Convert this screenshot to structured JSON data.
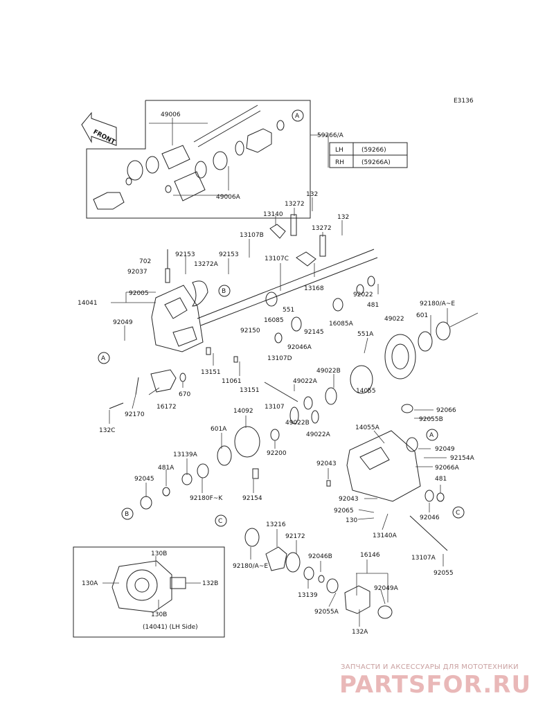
{
  "diagram_code": "E3136",
  "front_label": "FRONT",
  "watermark": {
    "top": "ЗАПЧАСТИ И АКСЕССУАРЫ ДЛЯ МОТОТЕХНИКИ",
    "logo": "PARTSFOR.RU"
  },
  "inset_caption": "(14041) (LH Side)",
  "table": [
    {
      "side": "LH",
      "code": "(59266)"
    },
    {
      "side": "RH",
      "code": "(59266A)"
    }
  ],
  "callouts": [
    "A",
    "B",
    "C"
  ],
  "labels": {
    "l1": "49006",
    "l2": "59266/A",
    "l3": "49006A",
    "l4": "132",
    "l5": "13272",
    "l6": "13140",
    "l7": "132",
    "l8": "13272",
    "l9": "13107B",
    "l10": "702",
    "l11": "92153",
    "l12": "92153",
    "l13": "92037",
    "l14": "13272A",
    "l15": "13107C",
    "l16": "13168",
    "l17": "14041",
    "l18": "92005",
    "l19": "551",
    "l20": "92022",
    "l21": "481",
    "l22": "92180/A~E",
    "l23": "16085",
    "l24": "16085A",
    "l25": "49022",
    "l26": "601",
    "l27": "92049",
    "l28": "92150",
    "l29": "92145",
    "l30": "92046A",
    "l31": "551A",
    "l32": "13107D",
    "l33": "13151",
    "l34": "11061",
    "l35": "13151",
    "l36": "49022A",
    "l37": "49022B",
    "l38": "670",
    "l39": "16172",
    "l40": "13107",
    "l41": "14055",
    "l42": "92066",
    "l43": "92055B",
    "l44": "92170",
    "l45": "14092",
    "l46": "132C",
    "l47": "14055A",
    "l48": "601A",
    "l49": "49022B",
    "l50": "49022A",
    "l51": "92200",
    "l52": "92049",
    "l53": "92154A",
    "l54": "13139A",
    "l55": "92043",
    "l56": "92066A",
    "l57": "481A",
    "l58": "481",
    "l59": "92045",
    "l60": "92180F~K",
    "l61": "92154",
    "l62": "92043",
    "l63": "92065",
    "l64": "92046",
    "l65": "130",
    "l66": "13140A",
    "l67": "13216",
    "l68": "92172",
    "l69": "13107A",
    "l70": "130B",
    "l71": "92180/A~E",
    "l72": "92046B",
    "l73": "16146",
    "l74": "92055",
    "l75": "130A",
    "l76": "132B",
    "l77": "13139",
    "l78": "92049A",
    "l79": "130B",
    "l80": "92055A",
    "l81": "132A"
  }
}
